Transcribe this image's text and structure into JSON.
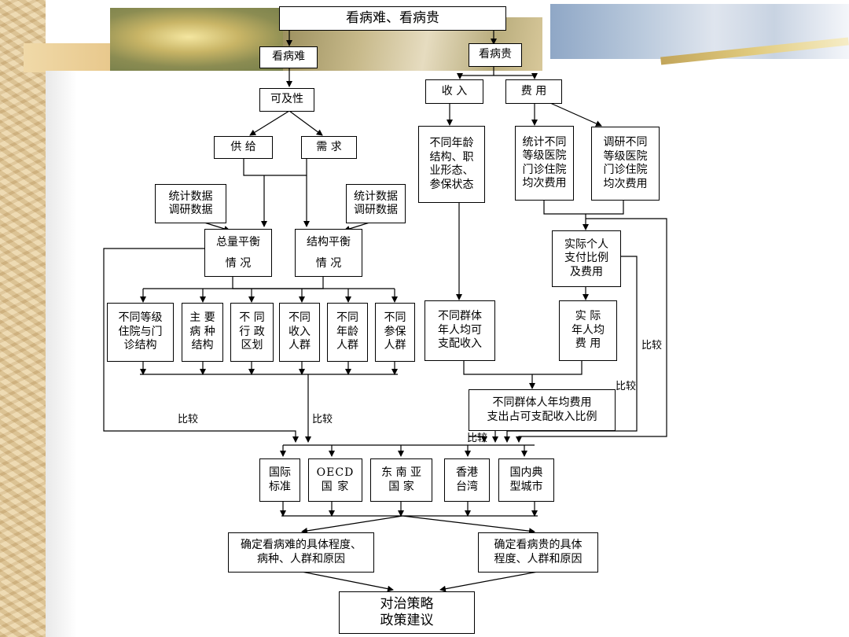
{
  "top": {
    "title": "看病难、看病贵"
  },
  "left": {
    "kanbingnan": "看病难",
    "kejixing": "可及性",
    "gongji": "供  给",
    "xuqiu": "需  求",
    "stats_left": "统计数据\n调研数据",
    "stats_right": "统计数据\n调研数据",
    "zongliang": "总量平衡\n情   况",
    "jiegou": "结构平衡\n情   况",
    "dims": [
      "不同等级\n住院与门\n诊结构",
      "主 要\n病 种\n结构",
      "不 同\n行 政\n区划",
      "不同\n收入\n人群",
      "不同\n年龄\n人群",
      "不同\n参保\n人群"
    ]
  },
  "right": {
    "kanbinggui": "看病贵",
    "shouru": "收  入",
    "feiyong": "费  用",
    "income_detail": "不同年龄\n结构、职\n业形态、\n参保状态",
    "stat_cost": "统计不同\n等级医院\n门诊住院\n均次费用",
    "survey_cost": "调研不同\n等级医院\n门诊住院\n均次费用",
    "actual_ratio": "实际个人\n支付比例\n及费用",
    "group_income": "不同群体\n年人均可\n支配收入",
    "actual_cost": "实  际\n年人均\n费  用",
    "ratio": "不同群体人年均费用\n支出占可支配收入比例"
  },
  "labels": {
    "compare_a": "比较",
    "compare_b": "比较",
    "compare_c": "比较",
    "compare_d": "比较",
    "compare_e": "比较"
  },
  "benchmarks": [
    "国际\n标准",
    "OECD\n国 家",
    "东 南 亚\n国   家",
    "香港\n台湾",
    "国内典\n型城市"
  ],
  "conclusions": {
    "left": "确定看病难的具体程度、\n病种、人群和原因",
    "right": "确定看病贵的具体\n程度、人群和原因"
  },
  "final": "对治策略\n政策建议"
}
